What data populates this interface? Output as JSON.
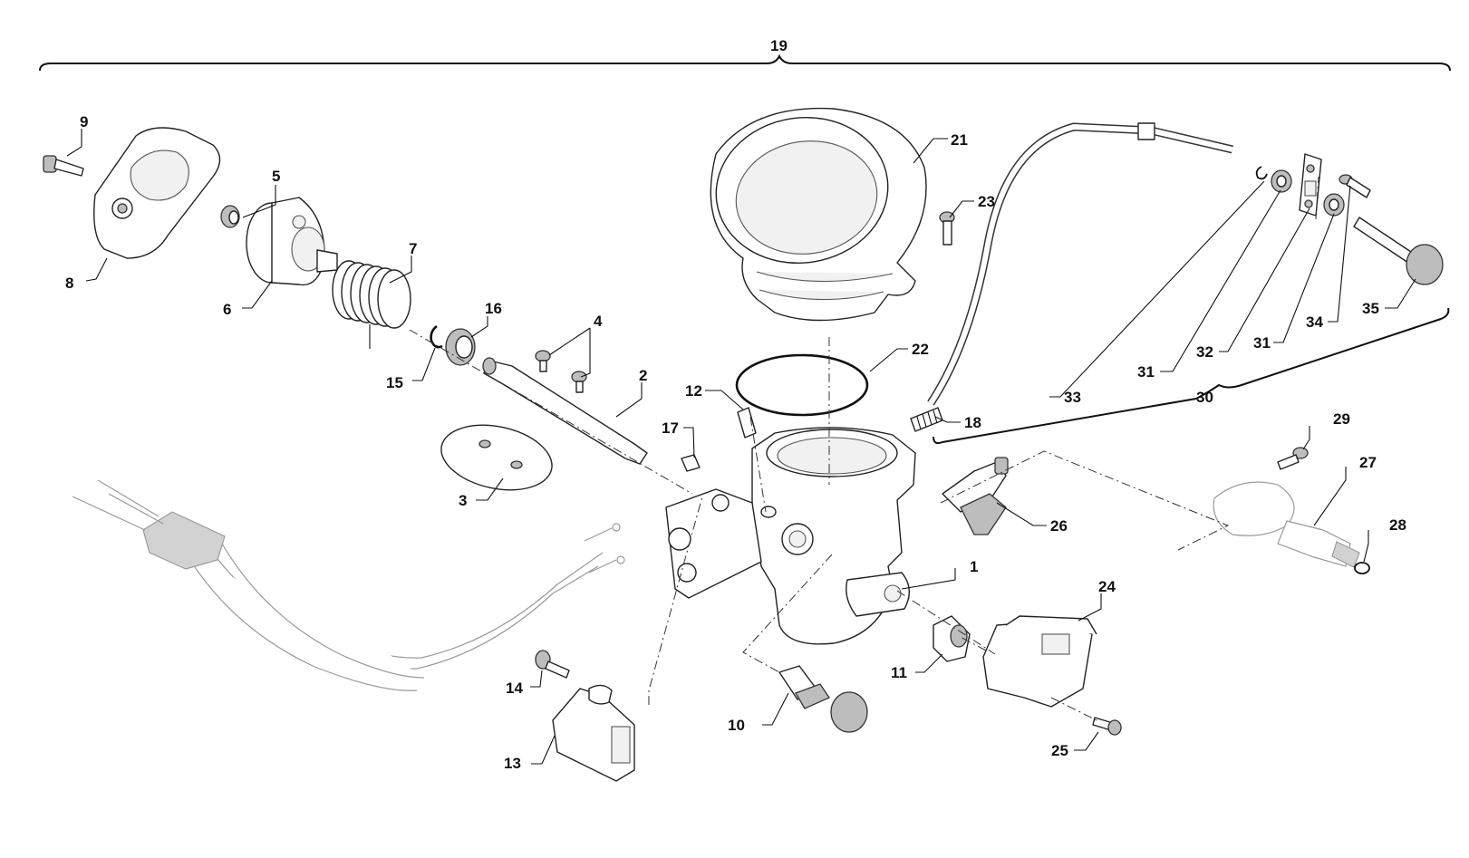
{
  "diagram": {
    "callouts": {
      "c1": "1",
      "c2": "2",
      "c3": "3",
      "c4": "4",
      "c5": "5",
      "c6": "6",
      "c7": "7",
      "c8": "8",
      "c9": "9",
      "c10": "10",
      "c11": "11",
      "c12": "12",
      "c13": "13",
      "c14": "14",
      "c15": "15",
      "c16": "16",
      "c17": "17",
      "c18": "18",
      "c19": "19",
      "c21": "21",
      "c22": "22",
      "c23": "23",
      "c24": "24",
      "c25": "25",
      "c26": "26",
      "c27": "27",
      "c28": "28",
      "c29": "29",
      "c30": "30",
      "c31a": "31",
      "c31b": "31",
      "c32": "32",
      "c33": "33",
      "c34": "34",
      "c35": "35"
    }
  }
}
